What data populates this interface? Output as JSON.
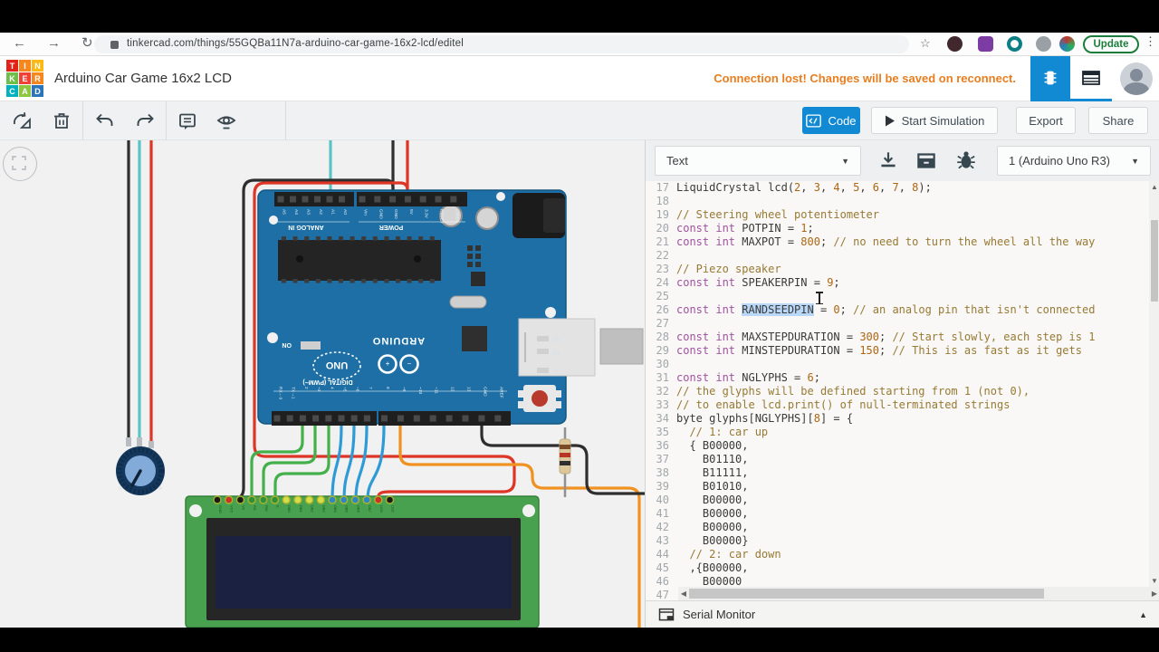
{
  "browser": {
    "url": "tinkercad.com/things/55GQBa11N7a-arduino-car-game-16x2-lcd/editel",
    "update_label": "Update"
  },
  "header": {
    "logo_tiles": [
      [
        "T",
        "#e2231a"
      ],
      [
        "I",
        "#f6871f"
      ],
      [
        "N",
        "#fdb913"
      ],
      [
        "K",
        "#6ebe4a"
      ],
      [
        "E",
        "#ef4136"
      ],
      [
        "R",
        "#f6871f"
      ],
      [
        "C",
        "#00b2bf"
      ],
      [
        "A",
        "#8dc63f"
      ],
      [
        "D",
        "#2b76bb"
      ]
    ],
    "title": "Arduino Car Game 16x2 LCD",
    "connection_message": "Connection lost! Changes will be saved on reconnect."
  },
  "toolbar": {
    "code_label": "Code",
    "start_simulation_label": "Start Simulation",
    "export_label": "Export",
    "share_label": "Share"
  },
  "code_panel": {
    "mode_selector": "Text",
    "board_selector": "1 (Arduino Uno R3)",
    "serial_monitor_label": "Serial Monitor",
    "code": {
      "first_line": 17,
      "lines": [
        {
          "n": 17,
          "s": [
            [
              "p",
              "LiquidCrystal lcd("
            ],
            [
              "n",
              "2"
            ],
            [
              "p",
              ", "
            ],
            [
              "n",
              "3"
            ],
            [
              "p",
              ", "
            ],
            [
              "n",
              "4"
            ],
            [
              "p",
              ", "
            ],
            [
              "n",
              "5"
            ],
            [
              "p",
              ", "
            ],
            [
              "n",
              "6"
            ],
            [
              "p",
              ", "
            ],
            [
              "n",
              "7"
            ],
            [
              "p",
              ", "
            ],
            [
              "n",
              "8"
            ],
            [
              "p",
              ");"
            ]
          ]
        },
        {
          "n": 18,
          "s": []
        },
        {
          "n": 19,
          "s": [
            [
              "c",
              "// Steering wheel potentiometer"
            ]
          ]
        },
        {
          "n": 20,
          "s": [
            [
              "k",
              "const int"
            ],
            [
              "p",
              " POTPIN = "
            ],
            [
              "n",
              "1"
            ],
            [
              "p",
              ";"
            ]
          ]
        },
        {
          "n": 21,
          "s": [
            [
              "k",
              "const int"
            ],
            [
              "p",
              " MAXPOT = "
            ],
            [
              "n",
              "800"
            ],
            [
              "p",
              "; "
            ],
            [
              "c",
              "// no need to turn the wheel all the way"
            ]
          ]
        },
        {
          "n": 22,
          "s": []
        },
        {
          "n": 23,
          "s": [
            [
              "c",
              "// Piezo speaker"
            ]
          ]
        },
        {
          "n": 24,
          "s": [
            [
              "k",
              "const int"
            ],
            [
              "p",
              " SPEAKERPIN = "
            ],
            [
              "n",
              "9"
            ],
            [
              "p",
              ";"
            ]
          ]
        },
        {
          "n": 25,
          "s": []
        },
        {
          "n": 26,
          "s": [
            [
              "k",
              "const int "
            ],
            [
              "s",
              "RANDSEEDPIN"
            ],
            [
              "p",
              " = "
            ],
            [
              "n",
              "0"
            ],
            [
              "p",
              "; "
            ],
            [
              "c",
              "// an analog pin that isn't connected"
            ]
          ]
        },
        {
          "n": 27,
          "s": []
        },
        {
          "n": 28,
          "s": [
            [
              "k",
              "const int"
            ],
            [
              "p",
              " MAXSTEPDURATION = "
            ],
            [
              "n",
              "300"
            ],
            [
              "p",
              "; "
            ],
            [
              "c",
              "// Start slowly, each step is 1"
            ]
          ]
        },
        {
          "n": 29,
          "s": [
            [
              "k",
              "const int"
            ],
            [
              "p",
              " MINSTEPDURATION = "
            ],
            [
              "n",
              "150"
            ],
            [
              "p",
              "; "
            ],
            [
              "c",
              "// This is as fast as it gets"
            ]
          ]
        },
        {
          "n": 30,
          "s": []
        },
        {
          "n": 31,
          "s": [
            [
              "k",
              "const int"
            ],
            [
              "p",
              " NGLYPHS = "
            ],
            [
              "n",
              "6"
            ],
            [
              "p",
              ";"
            ]
          ]
        },
        {
          "n": 32,
          "s": [
            [
              "c",
              "// the glyphs will be defined starting from 1 (not 0),"
            ]
          ]
        },
        {
          "n": 33,
          "s": [
            [
              "c",
              "// to enable lcd.print() of null-terminated strings"
            ]
          ]
        },
        {
          "n": 34,
          "s": [
            [
              "p",
              "byte glyphs[NGLYPHS]["
            ],
            [
              "n",
              "8"
            ],
            [
              "p",
              "] = {"
            ]
          ]
        },
        {
          "n": 35,
          "s": [
            [
              "c",
              "  // 1: car up"
            ]
          ]
        },
        {
          "n": 36,
          "s": [
            [
              "p",
              "  { B00000,"
            ]
          ]
        },
        {
          "n": 37,
          "s": [
            [
              "p",
              "    B01110,"
            ]
          ]
        },
        {
          "n": 38,
          "s": [
            [
              "p",
              "    B11111,"
            ]
          ]
        },
        {
          "n": 39,
          "s": [
            [
              "p",
              "    B01010,"
            ]
          ]
        },
        {
          "n": 40,
          "s": [
            [
              "p",
              "    B00000,"
            ]
          ]
        },
        {
          "n": 41,
          "s": [
            [
              "p",
              "    B00000,"
            ]
          ]
        },
        {
          "n": 42,
          "s": [
            [
              "p",
              "    B00000,"
            ]
          ]
        },
        {
          "n": 43,
          "s": [
            [
              "p",
              "    B00000}"
            ]
          ]
        },
        {
          "n": 44,
          "s": [
            [
              "c",
              "  // 2: car down"
            ]
          ]
        },
        {
          "n": 45,
          "s": [
            [
              "p",
              "  ,{B00000,"
            ]
          ]
        },
        {
          "n": 46,
          "s": [
            [
              "p",
              "    B00000"
            ]
          ]
        },
        {
          "n": 47,
          "s": []
        }
      ]
    }
  },
  "circuit": {
    "arduino": {
      "brand": "ARDUINO",
      "model": "UNO",
      "analog_section": "ANALOG IN",
      "power_section": "POWER",
      "digital_section": "DIGITAL (PWM~)",
      "on_label": "ON",
      "indicator_rx": "RX",
      "indicator_tx": "TX",
      "indicator_l": "L",
      "analog_pins": [
        "A5",
        "A4",
        "A3",
        "A2",
        "A1",
        "A0"
      ],
      "power_pins": [
        "Vin",
        "GND",
        "GND",
        "5V",
        "3.3V",
        "RESET",
        "IOREF"
      ],
      "digital_pins_left": [
        "RX←0",
        "TX→1",
        "2",
        "~3",
        "4",
        "~5",
        "~6",
        "7"
      ],
      "digital_pins_right": [
        "8",
        "~9",
        "~10",
        "~11",
        "12",
        "13",
        "GND",
        "AREF"
      ]
    },
    "lcd": {
      "pins": [
        "GND",
        "VCC",
        "V0",
        "RS",
        "RW",
        "E",
        "DB0",
        "DB1",
        "DB2",
        "DB3",
        "DB4",
        "DB5",
        "DB6",
        "DB7",
        "LED",
        "LED"
      ],
      "pin_colors": [
        "#1a1a1a",
        "#cc3125",
        "#1a1a1a",
        "#2f8f3a",
        "#2f8f3a",
        "#2f8f3a",
        "#d6dd4a",
        "#d6dd4a",
        "#d6dd4a",
        "#d6dd4a",
        "#2f86c4",
        "#2f86c4",
        "#2f86c4",
        "#2f86c4",
        "#cc3125",
        "#1a1a1a"
      ]
    },
    "components": [
      "potentiometer",
      "arduino-uno-r3",
      "resistor",
      "lcd-16x2"
    ]
  },
  "colors": {
    "accent_blue": "#1289d3",
    "warning_orange": "#e87e20",
    "board_blue": "#1d6fa5",
    "lcd_green": "#48a14f",
    "wire_black": "#2e2e2e",
    "wire_red": "#dd3526",
    "wire_cyan": "#59c4c6",
    "wire_green": "#44b04b",
    "wire_blue": "#2f9bd6",
    "wire_orange": "#ef9221",
    "code_comment": "#977a34",
    "code_keyword": "#a0529f",
    "code_number": "#ad6512",
    "selection": "#b9d8f7"
  }
}
